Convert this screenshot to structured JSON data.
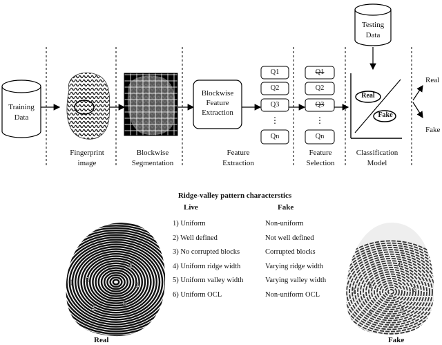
{
  "pipeline": {
    "training_data": "Training\nData",
    "testing_data": "Testing\nData",
    "fingerprint_caption": "Fingerprint\nimage",
    "segmentation_caption": "Blockwise\nSegmentation",
    "extraction_box": "Blockwise\nFeature\nExtraction",
    "extraction_caption": "Feature\nExtraction",
    "q_boxes": [
      "Q1",
      "Q2",
      "Q3",
      "Qn"
    ],
    "selection_boxes": [
      "Q1",
      "Q2",
      "Q3",
      "Qn"
    ],
    "selection_struck": [
      true,
      false,
      true,
      false
    ],
    "selection_caption": "Feature\nSelection",
    "classification_caption": "Classification\nModel",
    "class_real": "Real",
    "class_fake": "Fake",
    "out_real": "Real",
    "out_fake": "Fake"
  },
  "ridge_valley": {
    "title": "Ridge-valley pattern characterstics",
    "col_live": "Live",
    "col_fake": "Fake",
    "rows": [
      {
        "live": "1) Uniform",
        "fake": "Non-uniform"
      },
      {
        "live": "2) Well defined",
        "fake": "Not well defined"
      },
      {
        "live": "3) No corrupted blocks",
        "fake": "Corrupted blocks"
      },
      {
        "live": "4) Uniform ridge width",
        "fake": "Varying ridge width"
      },
      {
        "live": "5) Uniform valley width",
        "fake": "Varying valley width"
      },
      {
        "live": "6) Uniform OCL",
        "fake": "Non-uniform OCL"
      }
    ],
    "real_caption": "Real",
    "fake_caption": "Fake",
    "real_markers": [
      "1",
      "2",
      "3",
      "4",
      "5",
      "6"
    ],
    "fake_markers": [
      "1",
      "2",
      "3",
      "4",
      "5",
      "6"
    ]
  }
}
